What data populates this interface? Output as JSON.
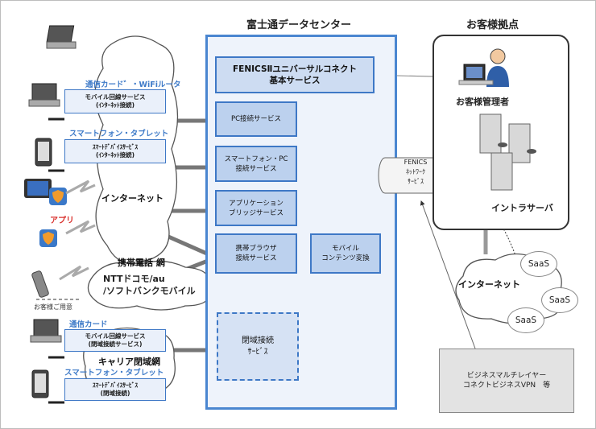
{
  "titles": {
    "datacenter": "富士通データセンター",
    "customer_site": "お客様拠点"
  },
  "services": {
    "fenics_basic": "FENICSⅡユニバーサルコネクト\n基本サービス",
    "pc_connect": "PC接続サービス",
    "smartphone_pc": "スマートフォン・PC\n接続サービス",
    "app_bridge": "アプリケーション\nブリッジサービス",
    "mobile_browser": "携帯ブラウザ\n接続サービス",
    "mobile_content": "モバイル\nコンテンツ変換",
    "closed_connect": "閉域接続\nｻｰﾋﾞｽ"
  },
  "fenics_network": "FENICS\nﾈｯﾄﾜｰｸ\nｻｰﾋﾞｽ",
  "customer": {
    "admin": "お客様管理者",
    "intra_server": "イントラサーバ",
    "internet": "インターネット",
    "saas": [
      "SaaS",
      "SaaS",
      "SaaS"
    ]
  },
  "left": {
    "comm_card_wifi": "通信カード゛・WiFiルータ",
    "mobile_line_internet": "モバイル回線サービス\n(ｲﾝﾀｰﾈｯﾄ接続)",
    "smartphone_tablet": "スマートフォン・タブレット",
    "smart_device_internet": "ｽﾏｰﾄﾃﾞﾊﾞｲｽｻｰﾋﾞｽ\n(ｲﾝﾀｰﾈｯﾄ接続)",
    "internet": "インターネット",
    "app": "アプリ",
    "mobile_network": "携帯電話 網",
    "carriers": "NTTドコモ/au\n/ソフトバンクモバイル",
    "customer_prepared": "お客様ご用意",
    "comm_card": "通信カード",
    "mobile_line_closed": "モバイル回線サービス\n(閉域接続サービス)",
    "carrier_closed": "キャリア閉域網",
    "smartphone_tablet2": "スマートフォン・タブレット",
    "smart_device_closed": "ｽﾏｰﾄﾃﾞﾊﾞｲｽｻｰﾋﾞｽ\n(閉域接続)"
  },
  "vpn_note": "ビジネスマルチレイヤー\nコネクトビジネスVPN　等",
  "colors": {
    "accent": "#3e78c6",
    "box_fill": "#bcd1ee",
    "label_blue": "#3f7bc8"
  }
}
